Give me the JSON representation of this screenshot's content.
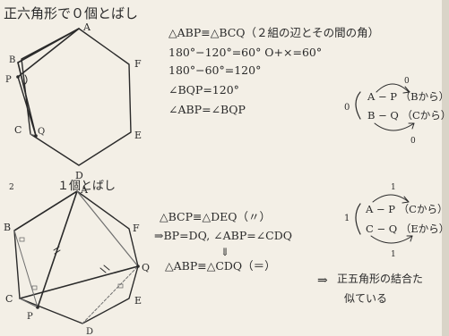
{
  "heading": "正六角形で０個とばし",
  "fig1": {
    "vertices": [
      "A",
      "F",
      "E",
      "D",
      "C",
      "B"
    ],
    "points": [
      "P",
      "Q"
    ]
  },
  "proof1": [
    "△ABP≡△BCQ（２組の辺とその間の角）",
    "180°−120°=60°  O+×=60°",
    "180°−60°=120°",
    "∠BQP=120°",
    "∠ABP=∠BQP"
  ],
  "note1": {
    "zero": "0",
    "line1": "A − P （Bから）",
    "line2": "B − Q （Cから）",
    "arrow_top": "0",
    "arrow_bottom": "0"
  },
  "heading2": "１個とばし",
  "fig2": {
    "vertices": [
      "A",
      "F",
      "Q",
      "E",
      "D",
      "C",
      "B"
    ],
    "points": [
      "P"
    ]
  },
  "proof2": [
    "△BCP≡△DEQ（〃）",
    "⇒BP=DQ, ∠ABP=∠CDQ",
    "⇓",
    "△ABP≡△CDQ（＝）"
  ],
  "note2": {
    "one": "1",
    "line1": "A − P （Cから）",
    "line2": "C − Q （Eから）",
    "arrow_top": "1",
    "arrow_bottom": "1"
  },
  "conclusion": {
    "arrow": "⇒",
    "line1": "正五角形の結合た",
    "line2": "似ている"
  }
}
